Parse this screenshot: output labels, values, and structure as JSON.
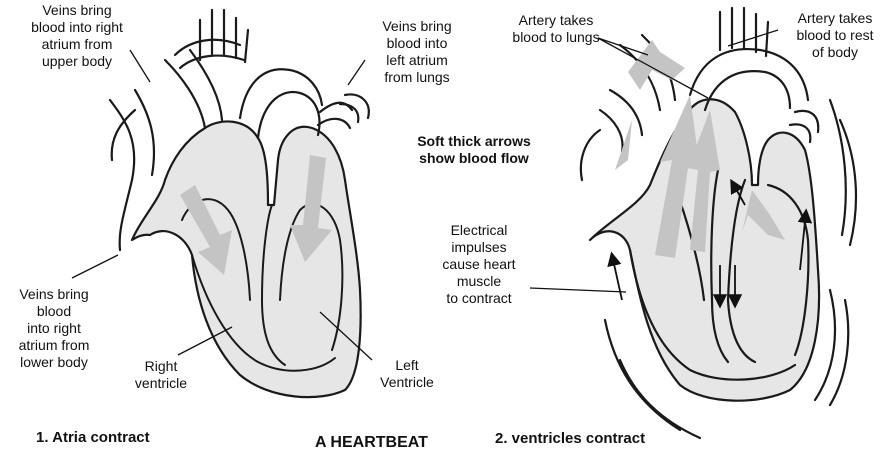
{
  "title": "A HEARTBEAT",
  "note": "Soft thick arrows\nshow blood flow",
  "left_panel": {
    "caption": "1. Atria contract",
    "labels": {
      "veins_upper": "Veins bring\nblood into right\natrium from\nupper body",
      "veins_lungs": "Veins bring\nblood into\nleft atrium\nfrom lungs",
      "veins_lower": "Veins bring\nblood\ninto right\natrium from\nlower body",
      "right_ventricle": "Right\nventricle",
      "left_ventricle": "Left\nVentricle"
    }
  },
  "right_panel": {
    "caption": "2. ventricles contract",
    "labels": {
      "artery_lungs": "Artery takes\nblood to lungs",
      "artery_body": "Artery takes\nblood to rest\nof body",
      "electrical": "Electrical\nimpulses\ncause heart\nmuscle\nto contract"
    }
  },
  "colors": {
    "fill": "#e6e6e6",
    "flow_arrow": "#c4c4c4",
    "outline": "#1a1a1a"
  }
}
